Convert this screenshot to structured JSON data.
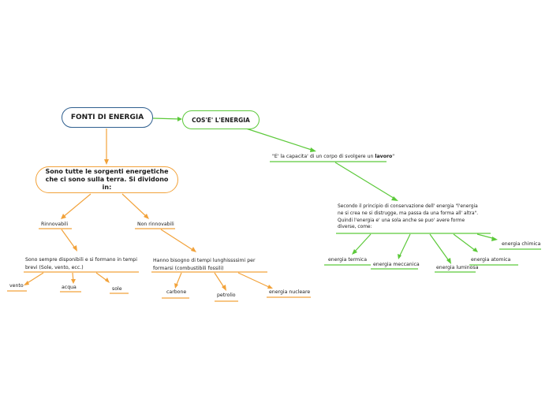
{
  "map": {
    "root": "FONTI DI ENERGIA",
    "branch_definition": {
      "title": "COS'E' L'ENERGIA",
      "definition": {
        "text_before": "\"E' la capacita' di un corpo di svolgere un ",
        "text_bold": "lavoro",
        "text_after": "\""
      },
      "principle": {
        "lines": [
          "Secondo il principio di conservazione dell' energia \"l'energia",
          "ne si crea ne si distrugge, ma passa da una forma all' altra\".",
          "Quindi l'energia e' una sola anche se puo' avere forme",
          "diverse, come:"
        ]
      },
      "forms": {
        "termica": "energia termica",
        "meccanica": "energia meccanica",
        "luminosa": "energia luminosa",
        "atomica": "energia atomica",
        "chimica": "energia chimica"
      }
    },
    "branch_sources": {
      "title": "Sono tutte le sorgenti energetiche che ci sono sulla terra. Si dividono in:",
      "renewable": {
        "label": "Rinnovabili",
        "description": "Sono sempre disponibili e si formano in tempi brevi (Sole, vento, ecc.)",
        "examples": {
          "vento": "vento",
          "acqua": "acqua",
          "sole": "sole"
        }
      },
      "non_renewable": {
        "label": "Non rinnovabili",
        "description": "Hanno bisogno di tempi lunghissssimi per formarsi (combustibili fossili)",
        "examples": {
          "carbone": "carbone",
          "petrolio": "petrolio",
          "nucleare": "energia nucleare"
        }
      }
    },
    "colors": {
      "root_border": "#2f5f8f",
      "definition_branch": "#5cc93a",
      "sources_branch": "#f2a23a"
    }
  }
}
